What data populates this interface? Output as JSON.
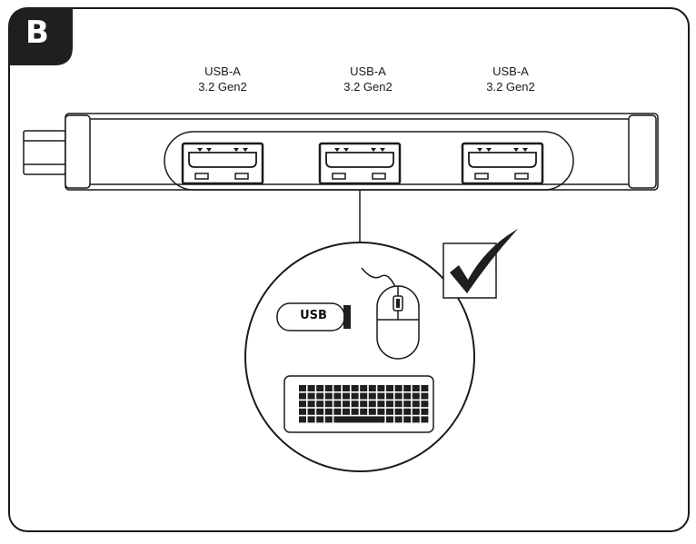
{
  "figure": {
    "badge": "B",
    "ports": [
      {
        "type_label": "USB-A",
        "spec_label": "3.2 Gen2"
      },
      {
        "type_label": "USB-A",
        "spec_label": "3.2 Gen2"
      },
      {
        "type_label": "USB-A",
        "spec_label": "3.2 Gen2"
      }
    ],
    "devices": {
      "usb_stick_label": "USB"
    },
    "icons": [
      "usb-stick-icon",
      "mouse-icon",
      "keyboard-icon",
      "checkmark-icon"
    ]
  }
}
